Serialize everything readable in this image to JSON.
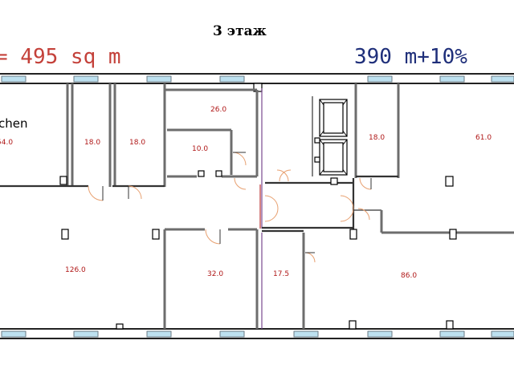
{
  "header": {
    "title": "3 этаж",
    "area_left": "= 495 sq m",
    "area_right": "390 m+10%"
  },
  "rooms": {
    "kitchen_label": "chen",
    "r54": "54.0",
    "r18a": "18.0",
    "r18b": "18.0",
    "r26": "26.0",
    "r10": "10.0",
    "r18c": "18.0",
    "r61": "61.0",
    "r126": "126.0",
    "r32": "32.0",
    "r17": "17.5",
    "r86": "86.0"
  },
  "colors": {
    "area_left": "#c4413a",
    "area_right": "#1f2f7a",
    "room_area": "#b01818",
    "window_glass": "#bde1f0"
  }
}
